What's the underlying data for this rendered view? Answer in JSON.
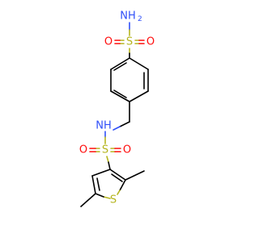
{
  "atoms": {
    "nh2_top": "NH",
    "nh2_sub": "2",
    "s_top": "S",
    "o_top_left": "O",
    "o_top_right": "O",
    "nh": "NH",
    "s_mid": "S",
    "o_mid_left": "O",
    "o_mid_right": "O",
    "s_ring": "S"
  },
  "colors": {
    "carbon": "#000000",
    "oxygen": "#ff0d0d",
    "nitrogen": "#3050f8",
    "sulfur": "#b5b51e"
  }
}
